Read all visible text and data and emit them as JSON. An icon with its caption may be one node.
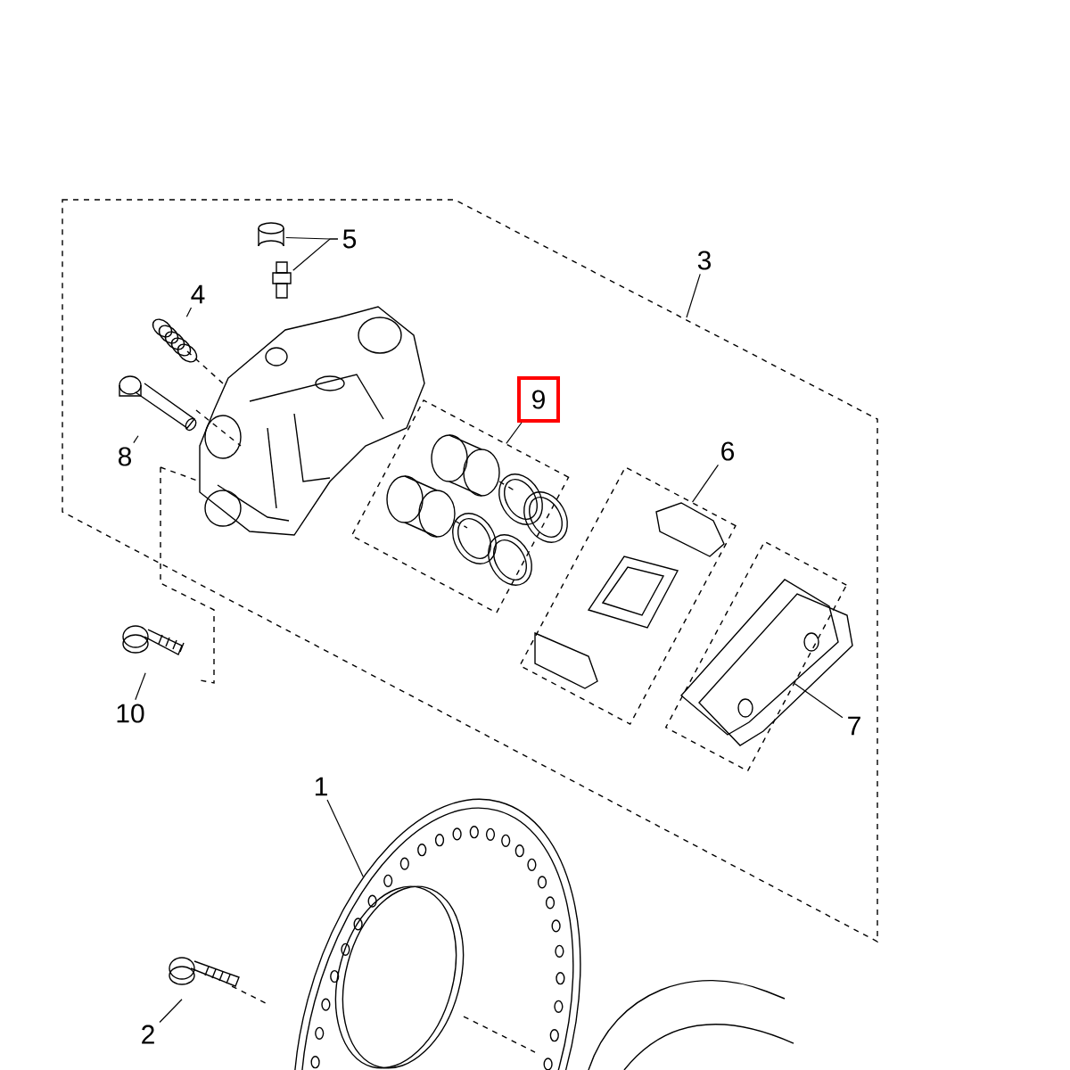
{
  "diagram": {
    "nodes": [
      {
        "text": [
          "5"
        ]
      },
      {
        "text": [
          "3"
        ]
      },
      {
        "text": [
          "4"
        ]
      },
      {
        "text": [
          "9"
        ]
      },
      {
        "text": [
          "8"
        ]
      },
      {
        "text": [
          "6"
        ]
      },
      {
        "text": [
          "10"
        ]
      },
      {
        "text": [
          "7"
        ]
      },
      {
        "text": [
          "1"
        ]
      },
      {
        "text": [
          "2"
        ]
      },
      {
        "text": [],
        "shape": "picture"
      },
      {
        "text": [],
        "shape": "picture"
      },
      {
        "text": [],
        "shape": "picture"
      },
      {
        "text": [],
        "shape": "picture"
      },
      {
        "text": [],
        "shape": "box"
      },
      {
        "text": [],
        "shape": "box"
      },
      {
        "text": [],
        "shape": "picture"
      },
      {
        "text": [],
        "shape": "box"
      },
      {
        "text": [],
        "shape": "picture"
      },
      {
        "text": [],
        "shape": "picture"
      }
    ],
    "edges": [
      {
        "from": 0,
        "to": 10,
        "arrow": "none"
      },
      {
        "from": 0,
        "to": 11,
        "arrow": "none"
      },
      {
        "from": 1,
        "to": null,
        "arrow": "none"
      },
      {
        "from": 2,
        "to": 12,
        "arrow": "none"
      },
      {
        "from": 3,
        "to": 14,
        "arrow": "none"
      },
      {
        "from": 4,
        "to": 13,
        "arrow": "none"
      },
      {
        "from": 5,
        "to": 15,
        "arrow": "none"
      },
      {
        "from": 6,
        "to": 16,
        "arrow": "none"
      },
      {
        "from": 7,
        "to": 17,
        "arrow": "none"
      },
      {
        "from": 8,
        "to": 18,
        "arrow": "none"
      },
      {
        "from": 9,
        "to": 19,
        "arrow": "none"
      }
    ]
  }
}
